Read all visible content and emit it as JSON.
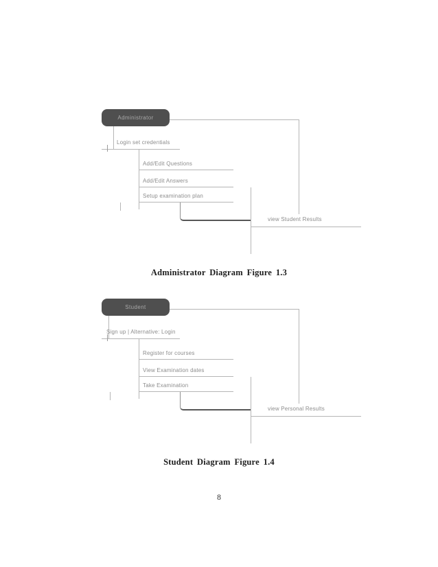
{
  "page": {
    "number": "8"
  },
  "colors": {
    "background": "#ffffff",
    "node_fill": "#4f4f4f",
    "node_text": "#a9a9a9",
    "line": "#b5b5b5",
    "thick_line": "#565656",
    "label_text": "#8c8c8c",
    "caption_text": "#1c1c1c"
  },
  "diagrams": [
    {
      "root": "Administrator",
      "primary_branch": "Login set credentials",
      "sub_branches": [
        "Add/Edit Questions",
        "Add/Edit Answers",
        "Setup examination plan"
      ],
      "result_branch": "view Student Results",
      "caption": "Administrator Diagram Figure 1.3"
    },
    {
      "root": "Student",
      "primary_branch": "Sign up | Alternative: Login",
      "sub_branches": [
        "Register for courses",
        "View Examination dates",
        "Take Examination"
      ],
      "result_branch": "view Personal Results",
      "caption": "Student Diagram Figure 1.4"
    }
  ]
}
